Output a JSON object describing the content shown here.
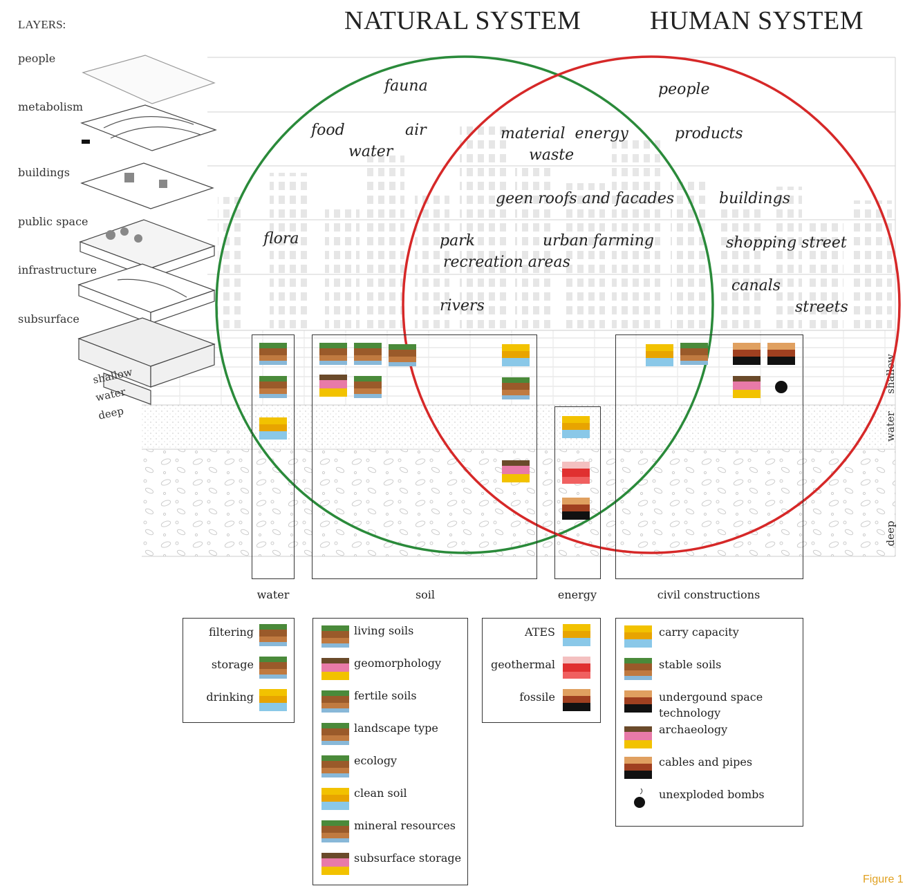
{
  "header": {
    "layers_title": "LAYERS:",
    "natural_title": "NATURAL SYSTEM",
    "human_title": "HUMAN SYSTEM"
  },
  "layers": [
    "people",
    "metabolism",
    "buildings",
    "public space",
    "infrastructure",
    "subsurface"
  ],
  "subsurface_depths": [
    "shallow",
    "water",
    "deep"
  ],
  "side_labels": {
    "shallow": "shallow",
    "water": "water",
    "deep": "deep"
  },
  "words": {
    "fauna": "fauna",
    "people": "people",
    "food": "food",
    "air": "air",
    "water": "water",
    "material_energy": "material  energy",
    "waste": "waste",
    "products": "products",
    "green_roofs": "geen roofs and facades",
    "buildings": "buildings",
    "flora": "flora",
    "park": "park",
    "urban_farming": "urban farming",
    "shopping_street": "shopping street",
    "recreation": "recreation areas",
    "canals": "canals",
    "rivers": "rivers",
    "streets": "streets"
  },
  "categories": {
    "water": "water",
    "soil": "soil",
    "energy": "energy",
    "civil": "civil constructions"
  },
  "legend_water": [
    "filtering",
    "storage",
    "drinking"
  ],
  "legend_soil": [
    "living soils",
    "geomorphology",
    "fertile soils",
    "landscape type",
    "ecology",
    "clean soil",
    "mineral resources",
    "subsurface storage"
  ],
  "legend_energy": [
    "ATES",
    "geothermal",
    "fossile"
  ],
  "legend_civil": [
    "carry capacity",
    "stable soils",
    "undergound space",
    "technology",
    "archaeology",
    "cables and pipes",
    "unexploded bombs"
  ],
  "figure_label": "Figure 1",
  "colors": {
    "natural": "#2a8a3a",
    "human": "#d62828",
    "ink": "#222222"
  },
  "icons": {
    "water": [
      "filtering-icon",
      "storage-icon",
      "drinking-icon"
    ],
    "soil": [
      "living-soils-icon",
      "geomorphology-icon",
      "fertile-soils-icon",
      "landscape-type-icon",
      "ecology-icon",
      "clean-soil-icon",
      "mineral-resources-icon",
      "subsurface-storage-icon"
    ],
    "energy": [
      "ates-icon",
      "geothermal-icon",
      "fossile-icon"
    ],
    "civil": [
      "carry-capacity-icon",
      "stable-soils-icon",
      "underground-space-icon",
      "archaeology-icon",
      "cables-pipes-icon",
      "bomb-icon"
    ]
  }
}
